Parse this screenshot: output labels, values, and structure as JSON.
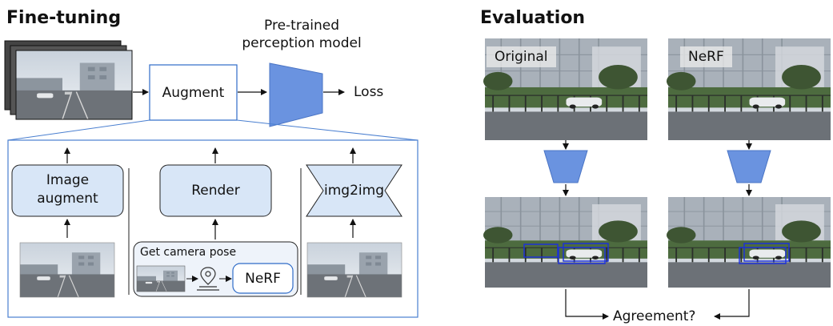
{
  "fine_tuning": {
    "title": "Fine-tuning",
    "model_label_line1": "Pre-trained",
    "model_label_line2": "perception model",
    "augment_label": "Augment",
    "loss_label": "Loss",
    "image_augment_line1": "Image",
    "image_augment_line2": "augment",
    "render_label": "Render",
    "img2img_label": "img2img",
    "camera_pose_label": "Get camera pose",
    "nerf_label": "NeRF"
  },
  "evaluation": {
    "title": "Evaluation",
    "original_label": "Original",
    "nerf_label": "NeRF",
    "agreement_label": "Agreement?"
  },
  "colors": {
    "accent_blue": "#6a93e0",
    "panel_border": "#4a7fd0",
    "box_fill": "#d8e6f7",
    "bbox_blue": "#1a2fe0"
  }
}
